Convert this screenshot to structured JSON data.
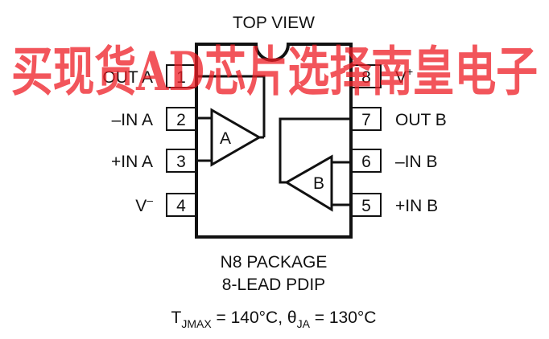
{
  "header": {
    "view_label": "TOP VIEW"
  },
  "pins": [
    {
      "number": "1",
      "label": "OUT A"
    },
    {
      "number": "2",
      "label": "–IN A"
    },
    {
      "number": "3",
      "label": "+IN A"
    },
    {
      "number": "4",
      "label": "V",
      "label_sup": "–"
    },
    {
      "number": "5",
      "label": "+IN B"
    },
    {
      "number": "6",
      "label": "–IN B"
    },
    {
      "number": "7",
      "label": "OUT B"
    },
    {
      "number": "8",
      "label": "V",
      "label_sup": "+"
    }
  ],
  "amplifiers": {
    "a": "A",
    "b": "B"
  },
  "package": {
    "name": "N8 PACKAGE",
    "type": "8-LEAD PDIP",
    "tjmax_symbol": "T",
    "tjmax_sub": "JMAX",
    "tjmax_value": " = 140°C, ",
    "theta_symbol": "θ",
    "theta_sub": "JA",
    "theta_value": " = 130°C"
  },
  "watermark": {
    "text": "买现货AD芯片选择南皇电子"
  },
  "colors": {
    "line": "#111111",
    "watermark": "#ee1c24"
  }
}
